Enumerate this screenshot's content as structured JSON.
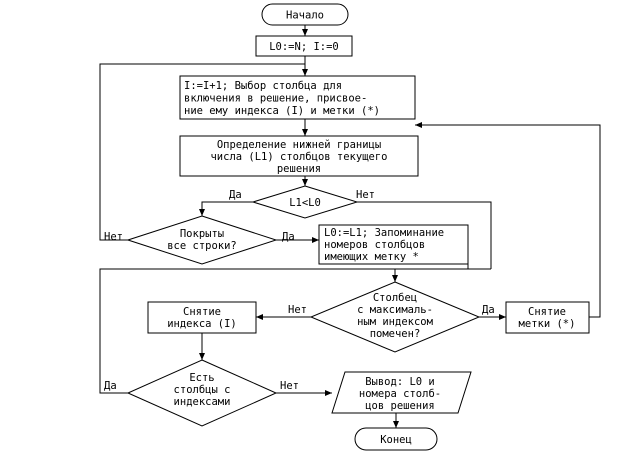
{
  "nodes": {
    "start": "Начало",
    "init": "L0:=N; I:=0",
    "select": [
      "I:=I+1; Выбор столбца для",
      "включения в решение, присвое-",
      "ние ему индекса (I) и метки (*)"
    ],
    "lower_bound": [
      "Определение нижней границы",
      "числа (L1) столбцов текущего",
      "решения"
    ],
    "cond_l1": "L1<L0",
    "cond_rows": [
      "Покрыты",
      "все строки?"
    ],
    "remember": [
      "L0:=L1; Запоминание",
      "номеров столбцов",
      "имеющих метку *"
    ],
    "cond_marked": [
      "Столбец",
      "с максималь-",
      "ным индексом",
      "помечен?"
    ],
    "remove_index": [
      "Снятие",
      "индекса (I)"
    ],
    "remove_mark": [
      "Снятие",
      "метки (*)"
    ],
    "cond_indexed": [
      "Есть",
      "столбцы с",
      "индексами"
    ],
    "output": [
      "Вывод: L0 и",
      "номера столб-",
      "цов решения"
    ],
    "end": "Конец"
  },
  "edge_labels": {
    "l1_yes": "Да",
    "l1_no": "Нет",
    "rows_no": "Нет",
    "rows_yes": "Да",
    "marked_no": "Нет",
    "marked_yes": "Да",
    "indexed_yes": "Да",
    "indexed_no": "Нет"
  }
}
